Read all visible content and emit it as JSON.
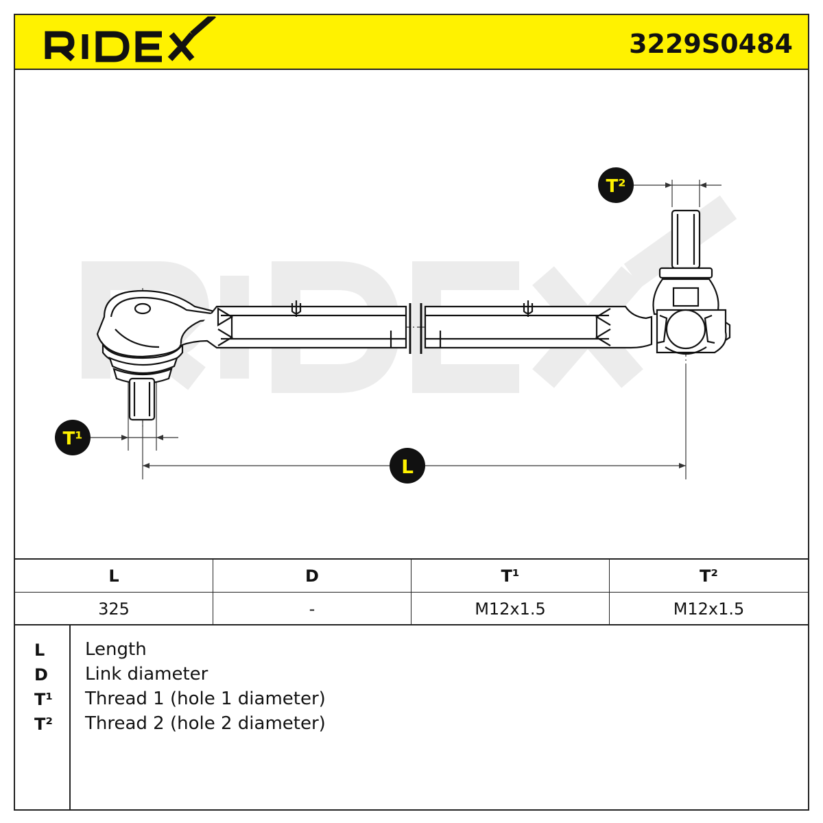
{
  "header": {
    "brand": "RIDEX",
    "part_number": "3229S0484",
    "accent_color": "#fff200"
  },
  "drawing": {
    "watermark": "RIDEX",
    "callouts": {
      "t1": "T¹",
      "t2": "T²",
      "l": "L"
    }
  },
  "spec_table": {
    "headers": [
      "L",
      "D",
      "T¹",
      "T²"
    ],
    "values": [
      "325",
      "-",
      "M12x1.5",
      "M12x1.5"
    ]
  },
  "legend": [
    {
      "key": "L",
      "desc": "Length"
    },
    {
      "key": "D",
      "desc": "Link diameter"
    },
    {
      "key": "T¹",
      "desc": "Thread 1 (hole 1 diameter)"
    },
    {
      "key": "T²",
      "desc": "Thread 2 (hole 2 diameter)"
    }
  ]
}
